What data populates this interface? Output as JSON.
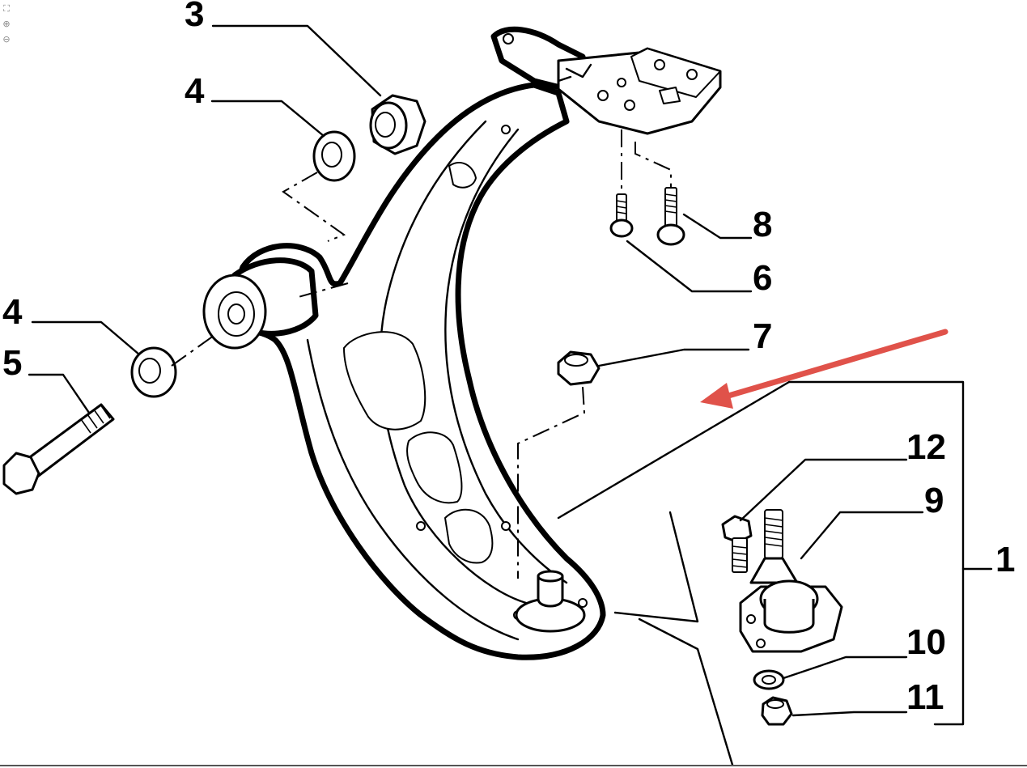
{
  "callouts": [
    {
      "id": "3",
      "label": "3"
    },
    {
      "id": "4a",
      "label": "4"
    },
    {
      "id": "4b",
      "label": "4"
    },
    {
      "id": "5",
      "label": "5"
    },
    {
      "id": "8",
      "label": "8"
    },
    {
      "id": "6",
      "label": "6"
    },
    {
      "id": "7",
      "label": "7"
    },
    {
      "id": "12",
      "label": "12"
    },
    {
      "id": "9",
      "label": "9"
    },
    {
      "id": "1",
      "label": "1"
    },
    {
      "id": "10",
      "label": "10"
    },
    {
      "id": "11",
      "label": "11"
    }
  ],
  "annotation": {
    "arrow_color": "#e0524a"
  },
  "viewer_tools": [
    {
      "name": "fit-page-icon",
      "glyph": "⛶"
    },
    {
      "name": "zoom-in-icon",
      "glyph": "⊕"
    },
    {
      "name": "zoom-out-icon",
      "glyph": "⊖"
    }
  ]
}
